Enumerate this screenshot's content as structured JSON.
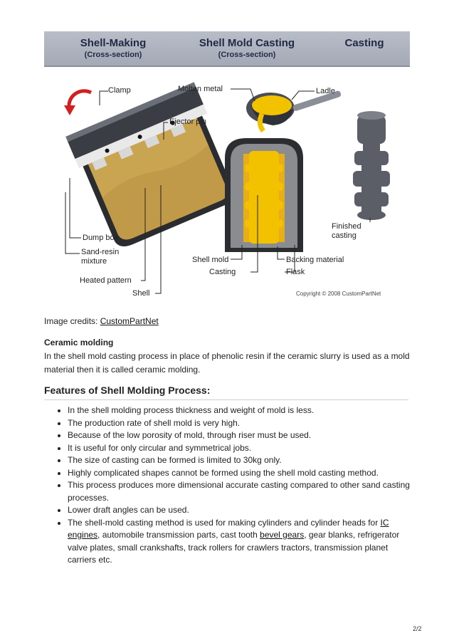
{
  "figure": {
    "headers": [
      {
        "title": "Shell-Making",
        "subtitle": "(Cross-section)"
      },
      {
        "title": "Shell Mold Casting",
        "subtitle": "(Cross-section)"
      },
      {
        "title": "Casting",
        "subtitle": ""
      }
    ],
    "labels": {
      "clamp": "Clamp",
      "ejector_pin": "Ejector pin",
      "dump_box": "Dump box",
      "sand_resin_1": "Sand-resin",
      "sand_resin_2": "mixture",
      "heated_pattern": "Heated pattern",
      "shell": "Shell",
      "molten_metal": "Molten metal",
      "ladle": "Ladle",
      "shell_mold": "Shell mold",
      "casting": "Casting",
      "backing_material": "Backing material",
      "flask": "Flask",
      "finished_1": "Finished",
      "finished_2": "casting"
    },
    "copyright": "Copyright © 2008 CustomPartNet",
    "colors": {
      "header": "#a9adba",
      "sand": "#c9a552",
      "metal": "#f2c200",
      "steel": "#5b5e66"
    }
  },
  "credits": {
    "prefix": "Image credits: ",
    "link": "CustomPartNet"
  },
  "ceramic": {
    "title": "Ceramic molding",
    "text": "In the shell mold casting process in place of phenolic resin if the ceramic slurry is used as a mold material then it is called ceramic molding."
  },
  "features": {
    "heading": "Features of Shell Molding Process:",
    "items": [
      "In the shell molding process thickness and weight of mold is less.",
      "The production rate of shell mold is very high.",
      "Because of the low porosity of mold, through riser must be used.",
      "It is useful for only circular and symmetrical jobs.",
      "The size of casting can be formed is limited to 30kg only.",
      "Highly complicated shapes cannot be formed using the shell mold casting method.",
      "This process produces more dimensional accurate casting compared to other sand casting processes.",
      "Lower draft angles can be used."
    ],
    "last": {
      "part1": "The shell-mold casting method is used for making cylinders and cylinder heads for ",
      "link1": "IC engines",
      "part2": ", automobile transmission parts, cast tooth ",
      "link2": "bevel gears",
      "part3": ", gear blanks, refrigerator valve plates, small crankshafts, track rollers for crawlers tractors, transmission planet carriers etc."
    }
  },
  "page": "2/2"
}
